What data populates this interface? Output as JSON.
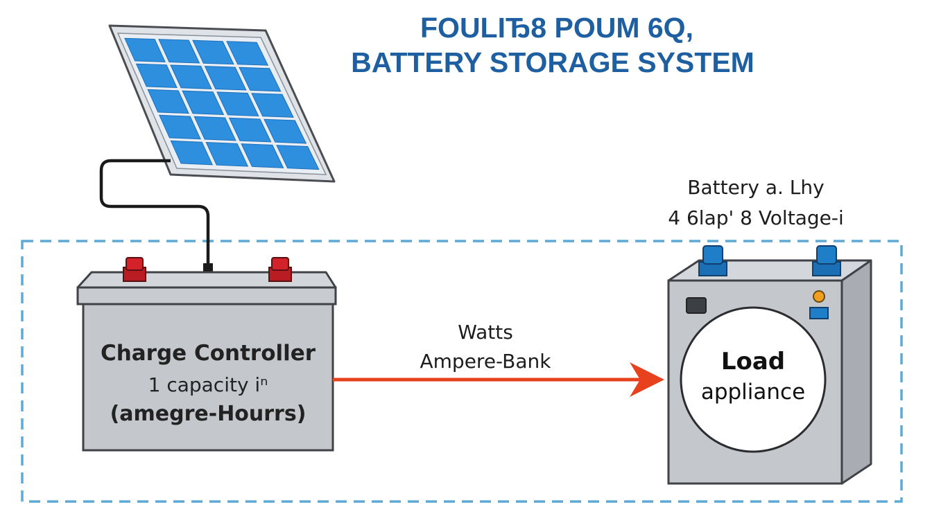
{
  "title": {
    "line1": "FOULIЂ8 POUM 6Q,",
    "line2": "BATTERY STORAGE SYSTEM"
  },
  "charge_controller": {
    "title": "Charge Controller",
    "line2": "1 capacity iⁿ",
    "line3": "(amegre-Hourrs)"
  },
  "arrow": {
    "label1": "Watts",
    "label2": "Ampere-Bank"
  },
  "battery_label": {
    "line1": "Battery a. Lhy",
    "line2": "4 6lap' 8 Voltage-i"
  },
  "load": {
    "title": "Load",
    "subtitle": "appliance"
  },
  "icons": [
    "solar-panel-icon",
    "battery-icon",
    "load-appliance-icon",
    "arrow-right-icon"
  ],
  "colors": {
    "title": "#1d5fa0",
    "dashed_border": "#5fa9d6",
    "arrow": "#e8411d",
    "terminal_red": "#d3222a",
    "terminal_blue": "#1f7ec8",
    "panel_cell": "#2f8fdf",
    "box_gray": "#c4c7cc"
  }
}
